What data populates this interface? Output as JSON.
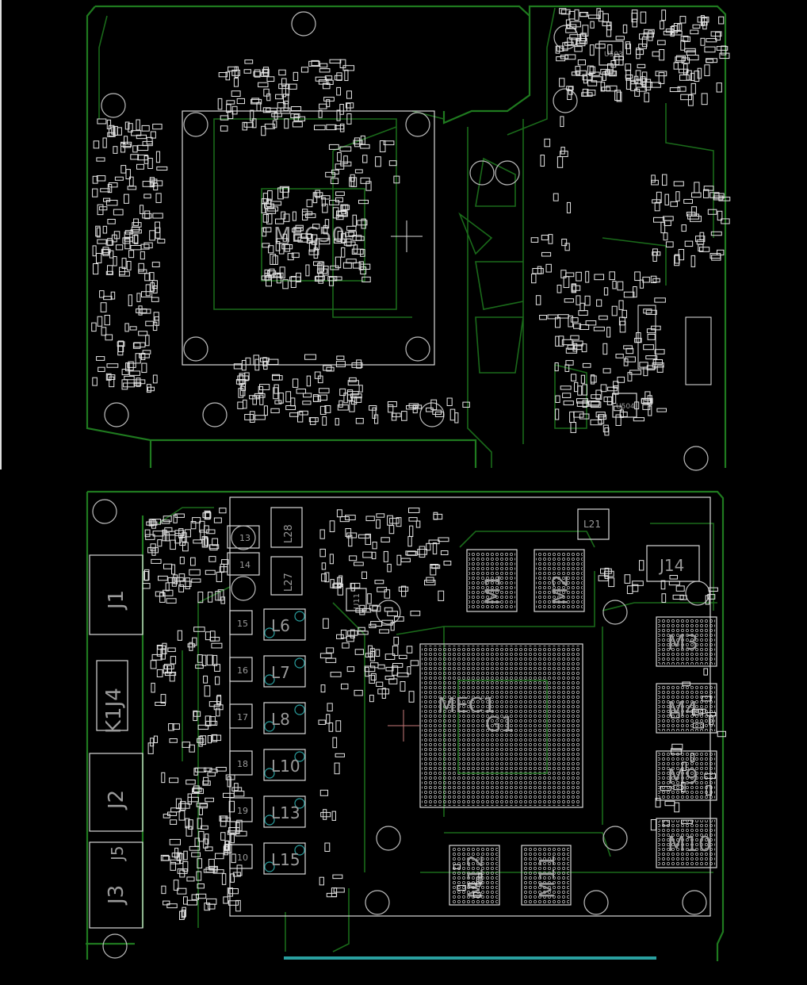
{
  "top_board": {
    "labels": {
      "main_ic": "MEC50",
      "u503": "U503",
      "u504": "U504"
    }
  },
  "bottom_board": {
    "labels": {
      "gpu": "MEC1",
      "gpu2": "G1",
      "m1": "M1",
      "m2": "M2",
      "m3": "M3",
      "m4": "M4",
      "m9": "M9",
      "m10": "M10",
      "m11": "M11",
      "m12": "M12",
      "j1": "J1",
      "j4": "K1J4",
      "j2": "J2",
      "j5": "J5",
      "j3": "J3",
      "j14": "J14",
      "l28": "L28",
      "l27": "L27",
      "l21": "L21",
      "l6": "L6",
      "l7": "L7",
      "l8": "L8",
      "l10": "L10",
      "l13": "L13",
      "l15": "L15",
      "u11": "U11",
      "q13": "13",
      "q14": "14",
      "q15": "15",
      "q16": "16",
      "q17": "17",
      "q18": "18",
      "q19": "19",
      "q10": "10"
    }
  },
  "colors": {
    "outline": "#1f7a1f",
    "silkscreen": "#e6e6e6",
    "via": "#2aa0a0",
    "cursor": "#c87a7a"
  }
}
